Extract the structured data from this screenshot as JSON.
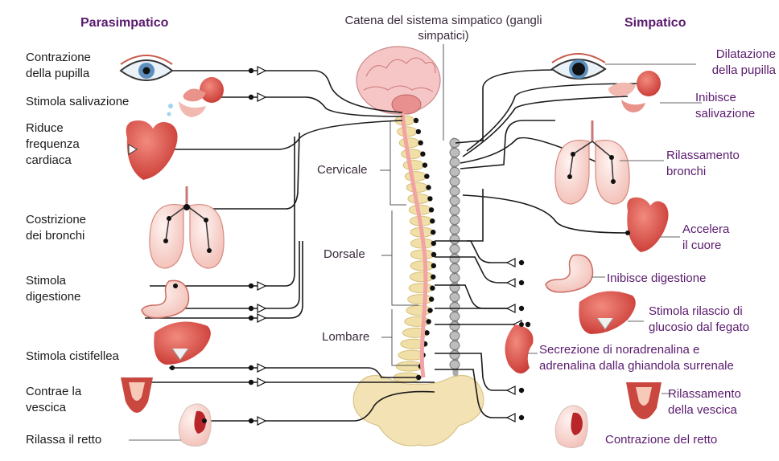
{
  "header": {
    "left_title": "Parasimpatico",
    "right_title": "Simpatico",
    "center_caption": "Catena del sistema simpatico\n(gangli simpatici)"
  },
  "regions": {
    "cervical": "Cervicale",
    "dorsal": "Dorsale",
    "lumbar": "Lombare"
  },
  "parasympathetic": [
    {
      "label": "Contrazione\ndella pupilla",
      "organ": "eye-icon"
    },
    {
      "label": "Stimola salivazione",
      "organ": "salivary-gland-icon"
    },
    {
      "label": "Riduce\nfrequenza\ncardiaca",
      "organ": "heart-icon"
    },
    {
      "label": "Costrizione\ndei bronchi",
      "organ": "lungs-icon"
    },
    {
      "label": "Stimola\ndigestione",
      "organ": "stomach-icon"
    },
    {
      "label": "Stimola cistifellea",
      "organ": "liver-icon"
    },
    {
      "label": "Contrae la\nvescica",
      "organ": "bladder-icon"
    },
    {
      "label": "Rilassa il retto",
      "organ": "rectum-icon"
    }
  ],
  "sympathetic": [
    {
      "label": "Dilatazione\ndella pupilla",
      "organ": "eye-icon"
    },
    {
      "label": "Inibisce\nsalivazione",
      "organ": "salivary-gland-icon"
    },
    {
      "label": "Rilassamento\nbronchi",
      "organ": "lungs-icon"
    },
    {
      "label": "Accelera\nil cuore",
      "organ": "heart-icon"
    },
    {
      "label": "Inibisce digestione",
      "organ": "stomach-icon"
    },
    {
      "label": "Stimola rilascio di\nglucosio dal fegato",
      "organ": "liver-icon"
    },
    {
      "label": "Secrezione di noradrenalina e\nadrenalina dalla ghiandola surrenale",
      "organ": "kidney-icon"
    },
    {
      "label": "Rilassamento\ndella vescica",
      "organ": "bladder-icon"
    },
    {
      "label": "Contrazione del retto",
      "organ": "rectum-icon"
    }
  ],
  "colors": {
    "organ_red": "#d8413c",
    "organ_pink": "#f3c6bf",
    "spinal_cord": "#f2a3a3",
    "vertebra": "#f1dfa8",
    "brain": "#f6c6c6",
    "ganglion": "#b9b9b9",
    "label_purple": "#5a1a6e",
    "line": "#1a1a1a"
  }
}
